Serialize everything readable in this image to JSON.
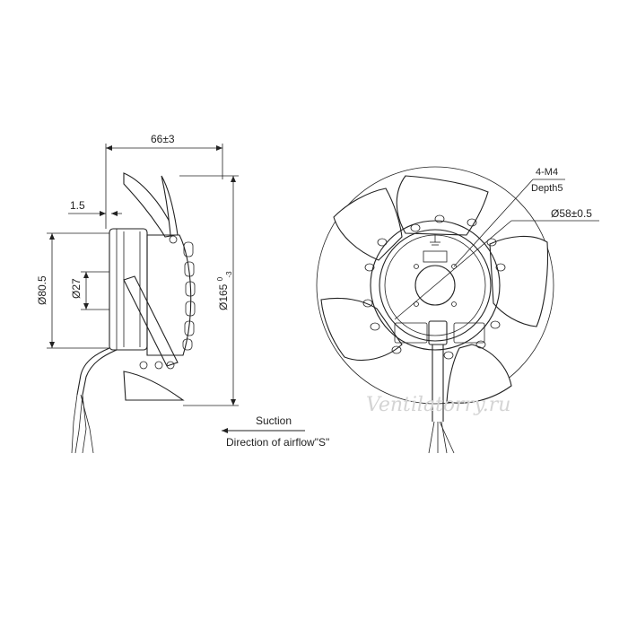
{
  "dimensions": {
    "width_top": "66±3",
    "offset_left": "1.5",
    "dia_body": "Ø80.5",
    "dia_hub": "Ø27",
    "dia_overall": "Ø165",
    "dia_overall_tol_upper": "0",
    "dia_overall_tol_lower": "-3",
    "mount_thread": "4-M4",
    "mount_depth": "Depth5",
    "bolt_circle": "Ø58±0.5"
  },
  "airflow": {
    "suction_label": "Suction",
    "direction_label": "Direction of airflow\"S\""
  },
  "watermark": "Ventilatorry.ru"
}
